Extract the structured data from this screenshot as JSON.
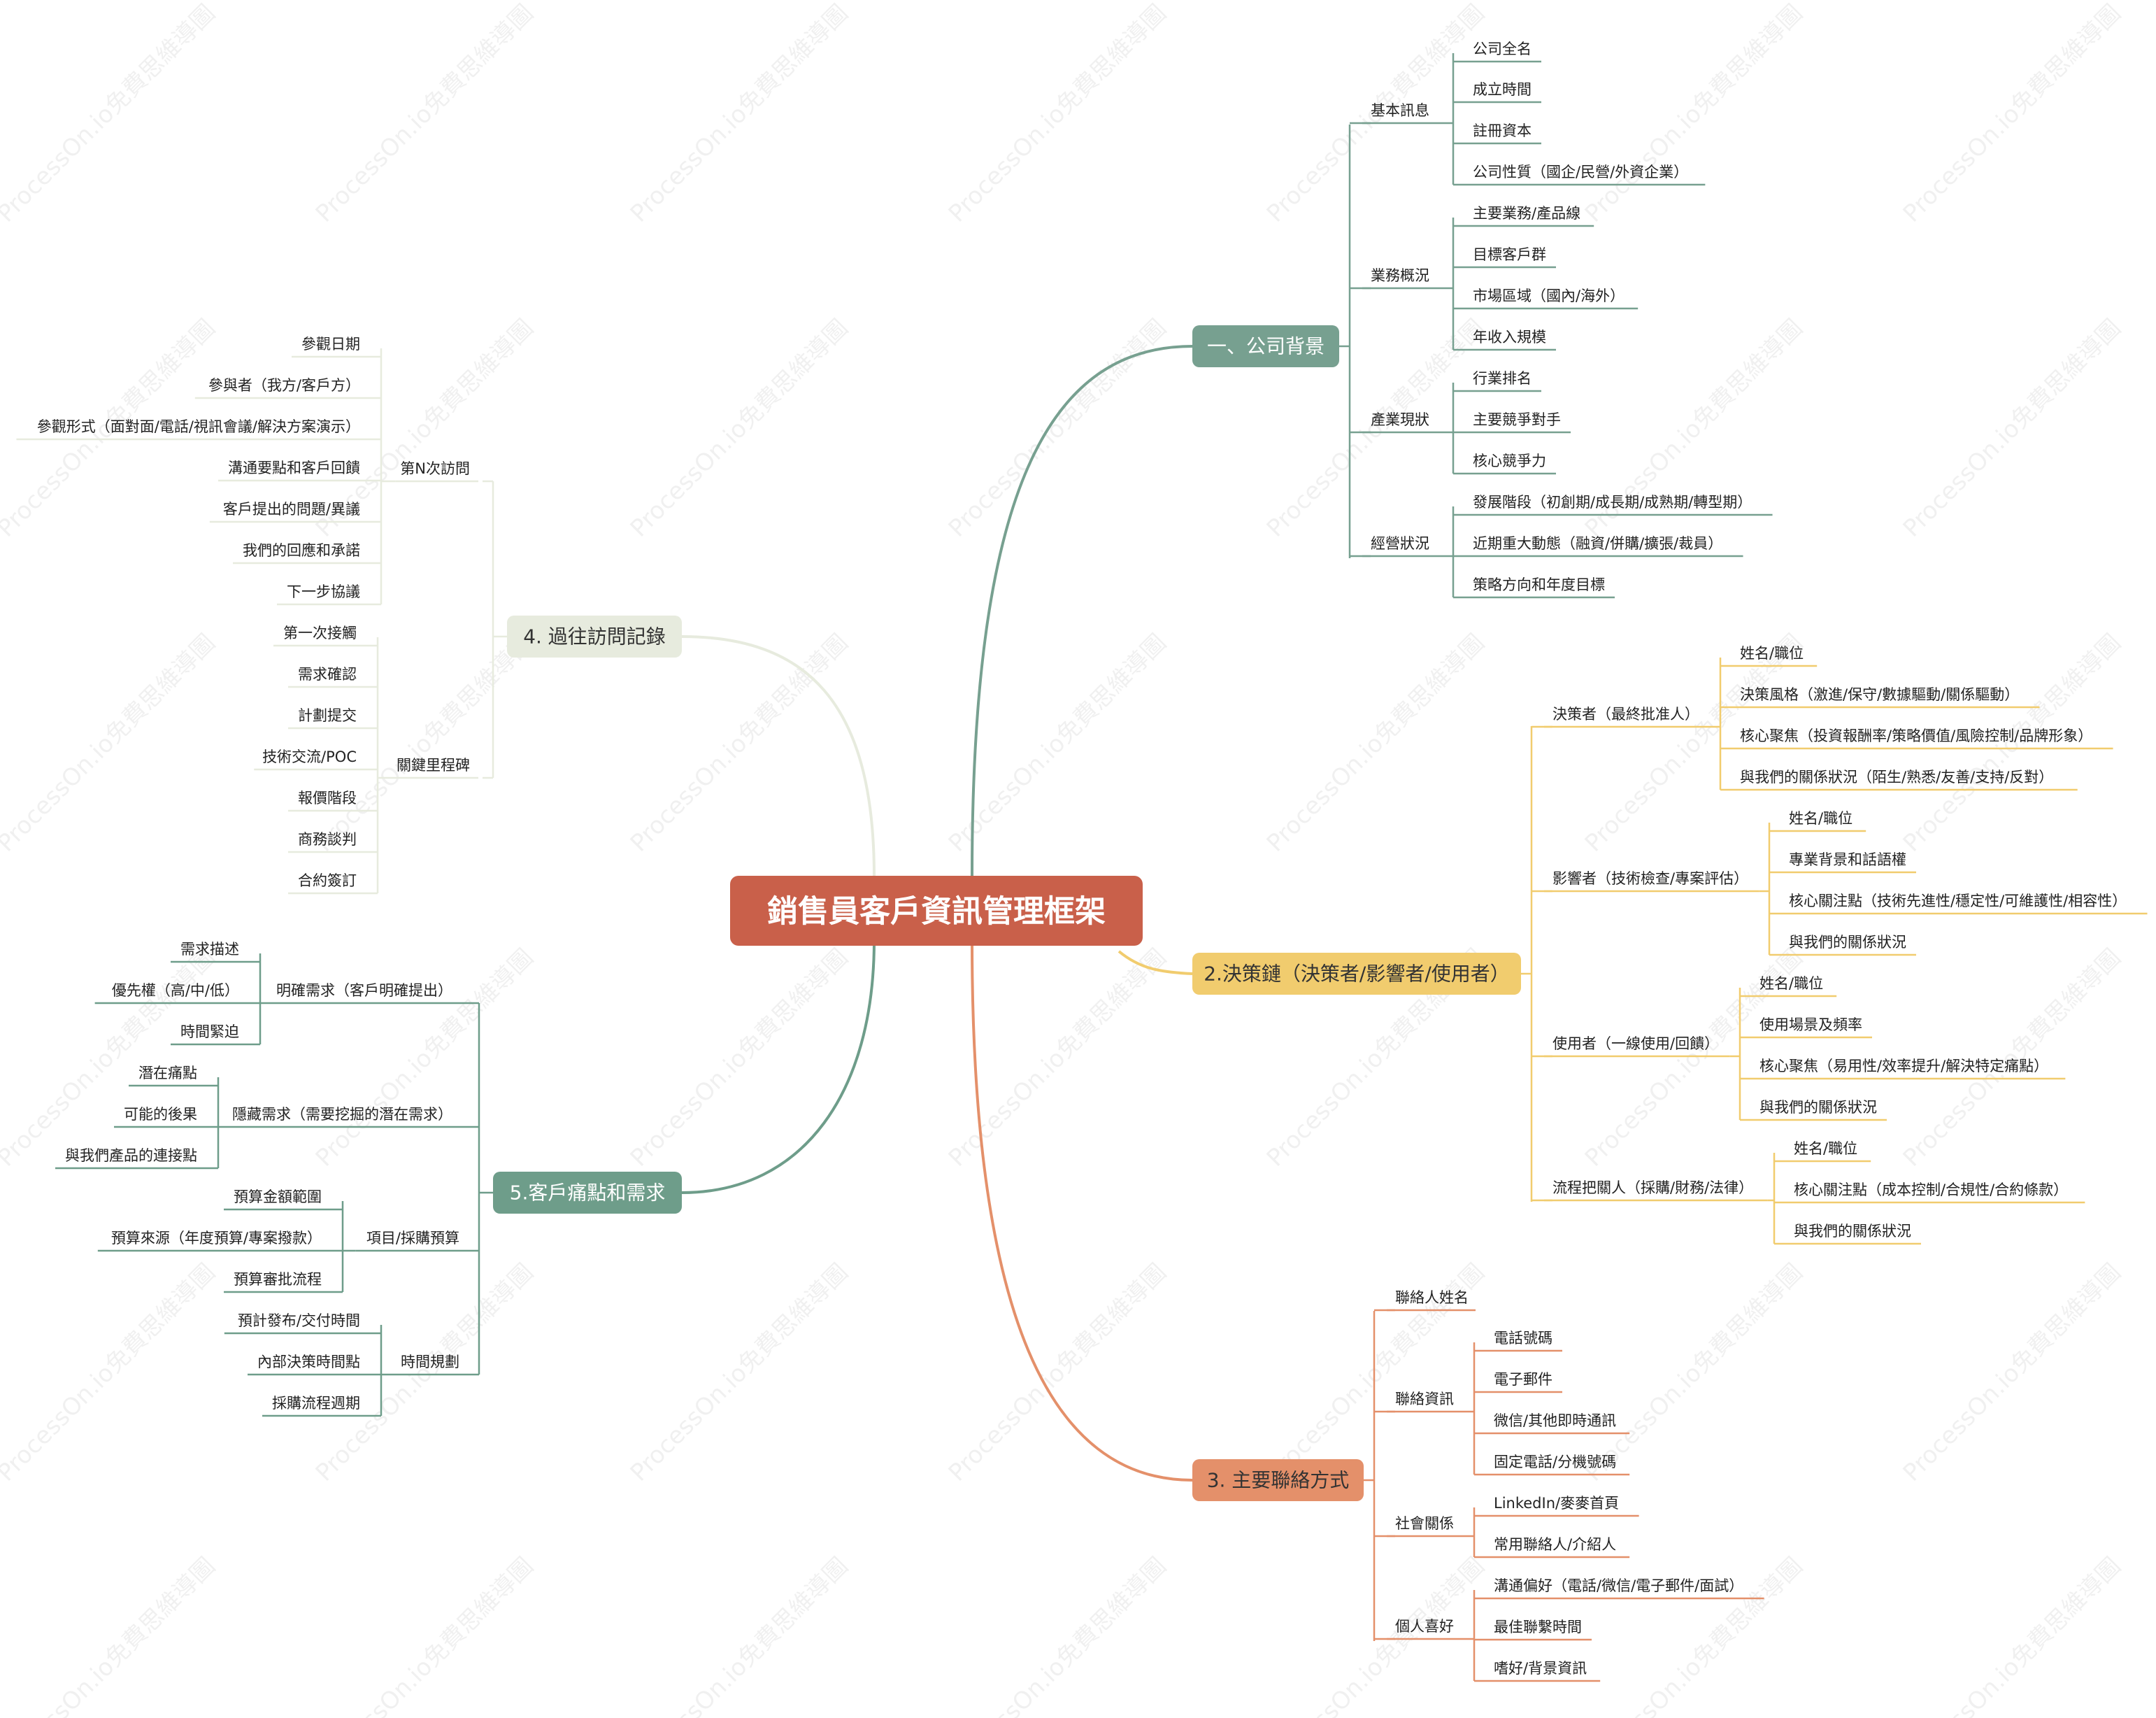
{
  "watermark": "ProcessOn.io免費思維導圖",
  "colors": {
    "center": "#C9604A",
    "b1": "#77A090",
    "b2": "#F1CC6E",
    "b3": "#E4906A",
    "b4": "#E7EBDE",
    "b5": "#6E9D8A"
  },
  "center": {
    "label": "銷售員客戶資訊管理框架"
  },
  "branch1": {
    "label": "一、公司背景",
    "g1": {
      "label": "基本訊息",
      "items": [
        "公司全名",
        "成立時間",
        "註冊資本",
        "公司性質（國企/民營/外資企業）"
      ]
    },
    "g2": {
      "label": "業務概況",
      "items": [
        "主要業務/產品線",
        "目標客戶群",
        "市場區域（國內/海外）",
        "年收入規模"
      ]
    },
    "g3": {
      "label": "產業現狀",
      "items": [
        "行業排名",
        "主要競爭對手",
        "核心競爭力"
      ]
    },
    "g4": {
      "label": "經營狀況",
      "items": [
        "發展階段（初創期/成長期/成熟期/轉型期）",
        "近期重大動態（融資/併購/擴張/裁員）",
        "策略方向和年度目標"
      ]
    }
  },
  "branch2": {
    "label": "2.決策鏈（決策者/影響者/使用者）",
    "g1": {
      "label": "決策者（最終批准人）",
      "items": [
        "姓名/職位",
        "決策風格（激進/保守/數據驅動/關係驅動）",
        "核心聚焦（投資報酬率/策略價值/風險控制/品牌形象）",
        "與我們的關係狀況（陌生/熟悉/友善/支持/反對）"
      ]
    },
    "g2": {
      "label": "影響者（技術檢查/專案評估）",
      "items": [
        "姓名/職位",
        "專業背景和話語權",
        "核心關注點（技術先進性/穩定性/可維護性/相容性）",
        "與我們的關係狀況"
      ]
    },
    "g3": {
      "label": "使用者（一線使用/回饋）",
      "items": [
        "姓名/職位",
        "使用場景及頻率",
        "核心聚焦（易用性/效率提升/解決特定痛點）",
        "與我們的關係狀況"
      ]
    },
    "g4": {
      "label": "流程把關人（採購/財務/法律）",
      "items": [
        "姓名/職位",
        "核心關注點（成本控制/合規性/合約條款）",
        "與我們的關係狀況"
      ]
    }
  },
  "branch3": {
    "label": "3. 主要聯絡方式",
    "g1": {
      "label": "聯絡人姓名",
      "items": []
    },
    "g2": {
      "label": "聯絡資訊",
      "items": [
        "電話號碼",
        "電子郵件",
        "微信/其他即時通訊",
        "固定電話/分機號碼"
      ]
    },
    "g3": {
      "label": "社會關係",
      "items": [
        "LinkedIn/麥麥首頁",
        "常用聯絡人/介紹人"
      ]
    },
    "g4": {
      "label": "個人喜好",
      "items": [
        "溝通偏好（電話/微信/電子郵件/面試）",
        "最佳聯繫時間",
        "嗜好/背景資訊"
      ]
    }
  },
  "branch4": {
    "label": "4. 過往訪問記錄",
    "g1": {
      "label": "第N次訪問",
      "items": [
        "參觀日期",
        "參與者（我方/客戶方）",
        "參觀形式（面對面/電話/視訊會議/解決方案演示）",
        "溝通要點和客戶回饋",
        "客戶提出的問題/異議",
        "我們的回應和承諾",
        "下一步協議"
      ]
    },
    "g2": {
      "label": "關鍵里程碑",
      "items": [
        "第一次接觸",
        "需求確認",
        "計劃提交",
        "技術交流/POC",
        "報價階段",
        "商務談判",
        "合約簽訂"
      ]
    }
  },
  "branch5": {
    "label": "5.客戶痛點和需求",
    "g1": {
      "label": "明確需求（客戶明確提出）",
      "items": [
        "需求描述",
        "優先權（高/中/低）",
        "時間緊迫"
      ]
    },
    "g2": {
      "label": "隱藏需求（需要挖掘的潛在需求）",
      "items": [
        "潛在痛點",
        "可能的後果",
        "與我們產品的連接點"
      ]
    },
    "g3": {
      "label": "項目/採購預算",
      "items": [
        "預算金額範圍",
        "預算來源（年度預算/專案撥款）",
        "預算審批流程"
      ]
    },
    "g4": {
      "label": "時間規劃",
      "items": [
        "預計發布/交付時間",
        "內部決策時間點",
        "採購流程週期"
      ]
    }
  }
}
